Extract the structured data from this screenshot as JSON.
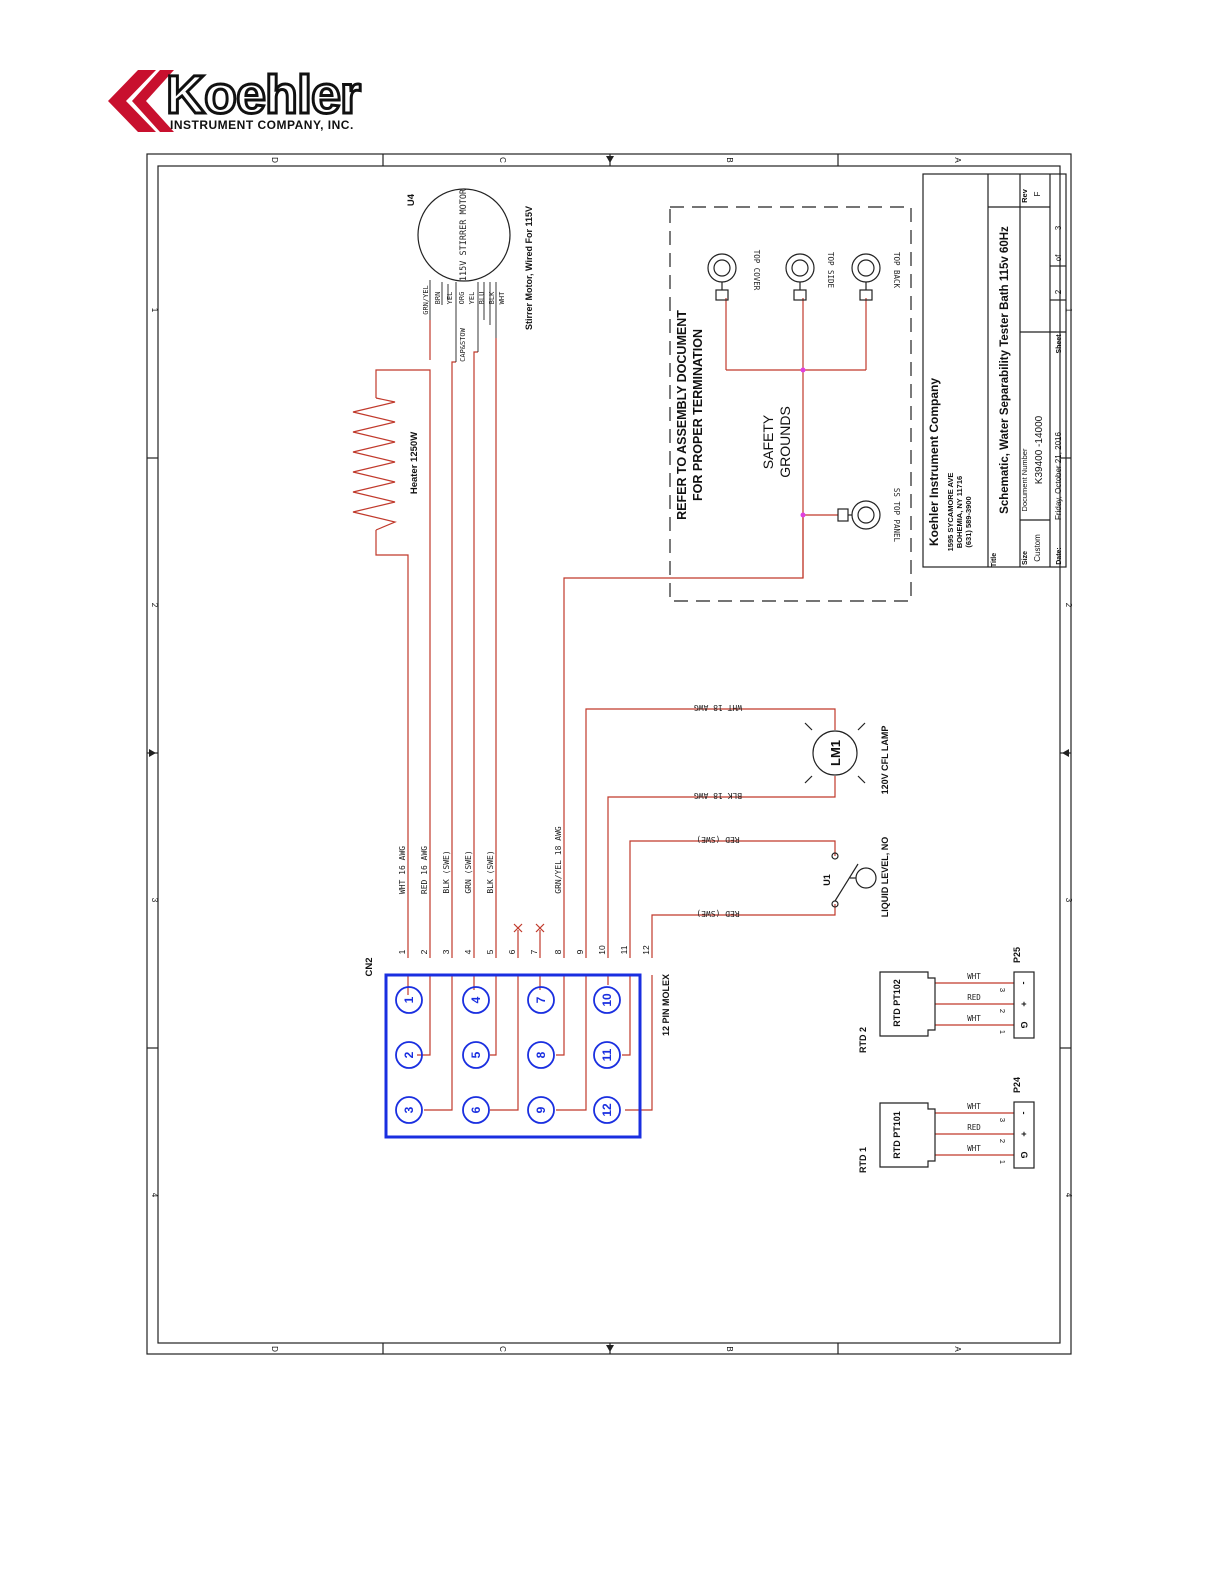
{
  "logo": {
    "brand": "Koehler",
    "subtitle": "INSTRUMENT COMPANY, INC."
  },
  "colors": {
    "wire": "#c0392b",
    "connector": "#1a2fe0",
    "junction": "#e040e0",
    "line": "#222222"
  },
  "border": {
    "letters": [
      "D",
      "C",
      "B",
      "A"
    ],
    "numbers": [
      "1",
      "2",
      "3",
      "4"
    ]
  },
  "heater": {
    "label": "Heater 1250W"
  },
  "motor": {
    "ref": "U4",
    "label": "115V STIRRER MOTOR",
    "note": "Stirrer Motor, Wired For 115V",
    "leads": [
      "GRN/YEL",
      "BRN",
      "YEL",
      "ORG",
      "YEL",
      "BLU",
      "BLK",
      "WHT"
    ],
    "cap": "CAP&STOW"
  },
  "safety": {
    "note1": "REFER TO ASSEMBLY DOCUMENT",
    "note2": "FOR PROPER TERMINATION",
    "title1": "SAFETY",
    "title2": "GROUNDS",
    "terminals": [
      "TOP COVER",
      "TOP SIDE",
      "TOP BACK",
      "SS TOP PANEL"
    ]
  },
  "title_block": {
    "company": "Koehler Instrument Company",
    "address1": "1595 SYCAMORE AVE",
    "address2": "BOHEMIA, NY 11716",
    "phone": "(631) 589-3900",
    "title_label": "Title",
    "title": "Schematic, Water Separability Tester Bath 115v 60Hz",
    "size_label": "Size",
    "size": "Custom",
    "docnum_label": "Document Number",
    "docnum": "K39400 -14000",
    "rev_label": "Rev",
    "rev": "F",
    "date_label": "Date:",
    "date": "Friday, October 21, 2016",
    "sheet_label": "Sheet",
    "sheet": "2",
    "of_label": "of",
    "of": "3"
  },
  "wires": {
    "w1": "WHT 16 AWG",
    "w2": "RED 16 AWG",
    "w3": "BLK (SWE)",
    "w4": "GRN (SWE)",
    "w5": "BLK (SWE)",
    "w8": "GRN/YEL 18 AWG",
    "w9": "WHT 18 AWG",
    "w10": "BLK 18 AWG",
    "w11": "RED (SWE)",
    "w12": "RED (SWE)"
  },
  "lamp": {
    "ref": "LM1",
    "label": "120V CFL LAMP"
  },
  "level": {
    "ref": "U1",
    "label": "LIQUID LEVEL, NO"
  },
  "connector": {
    "ref": "CN2",
    "label": "12 PIN MOLEX",
    "pin_numbers": [
      "1",
      "2",
      "3",
      "4",
      "5",
      "6",
      "7",
      "8",
      "9",
      "10",
      "11",
      "12"
    ],
    "pins": [
      "1",
      "2",
      "3",
      "4",
      "5",
      "6",
      "7",
      "8",
      "9",
      "10",
      "11",
      "12"
    ]
  },
  "rtd": [
    {
      "ref": "RTD 2",
      "label": "RTD PT102",
      "plug": "P25",
      "wires": [
        "WHT",
        "RED",
        "WHT"
      ],
      "pins": [
        "3",
        "2",
        "1"
      ],
      "signs": [
        "-",
        "+",
        "G"
      ]
    },
    {
      "ref": "RTD 1",
      "label": "RTD PT101",
      "plug": "P24",
      "wires": [
        "WHT",
        "RED",
        "WHT"
      ],
      "pins": [
        "3",
        "2",
        "1"
      ],
      "signs": [
        "-",
        "+",
        "G"
      ]
    }
  ]
}
